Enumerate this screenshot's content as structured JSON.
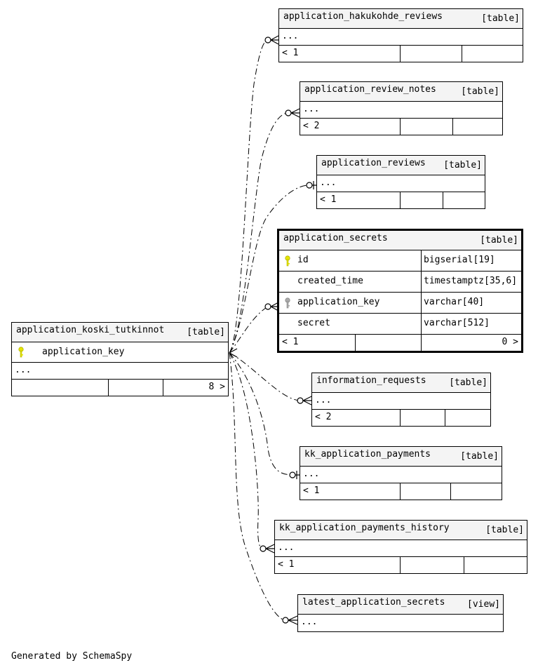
{
  "colors": {
    "key_primary": "#e6e600",
    "key_foreign": "#aaaaaa",
    "header_bg": "#f4f4f4",
    "line": "#000000"
  },
  "main_table": {
    "name": "application_koski_tutkinnot",
    "kind": "[table]",
    "primary_column": "application_key",
    "ellipsis": "...",
    "children_count": "8 >"
  },
  "focus_table": {
    "name": "application_secrets",
    "kind": "[table]",
    "columns": [
      {
        "name": "id",
        "type": "bigserial[19]",
        "key": "primary"
      },
      {
        "name": "created_time",
        "type": "timestamptz[35,6]",
        "key": ""
      },
      {
        "name": "application_key",
        "type": "varchar[40]",
        "key": "foreign"
      },
      {
        "name": "secret",
        "type": "varchar[512]",
        "key": ""
      }
    ],
    "parents_count": "< 1",
    "children_count": "0 >"
  },
  "child_tables": [
    {
      "name": "application_hakukohde_reviews",
      "kind": "[table]",
      "ellipsis": "...",
      "parents_count": "< 1"
    },
    {
      "name": "application_review_notes",
      "kind": "[table]",
      "ellipsis": "...",
      "parents_count": "< 2"
    },
    {
      "name": "application_reviews",
      "kind": "[table]",
      "ellipsis": "...",
      "parents_count": "< 1"
    },
    {
      "name": "information_requests",
      "kind": "[table]",
      "ellipsis": "...",
      "parents_count": "< 2"
    },
    {
      "name": "kk_application_payments",
      "kind": "[table]",
      "ellipsis": "...",
      "parents_count": "< 1"
    },
    {
      "name": "kk_application_payments_history",
      "kind": "[table]",
      "ellipsis": "...",
      "parents_count": "< 1"
    },
    {
      "name": "latest_application_secrets",
      "kind": "[view]",
      "ellipsis": "...",
      "parents_count": ""
    }
  ],
  "footer": {
    "generated_by": "Generated by SchemaSpy"
  }
}
